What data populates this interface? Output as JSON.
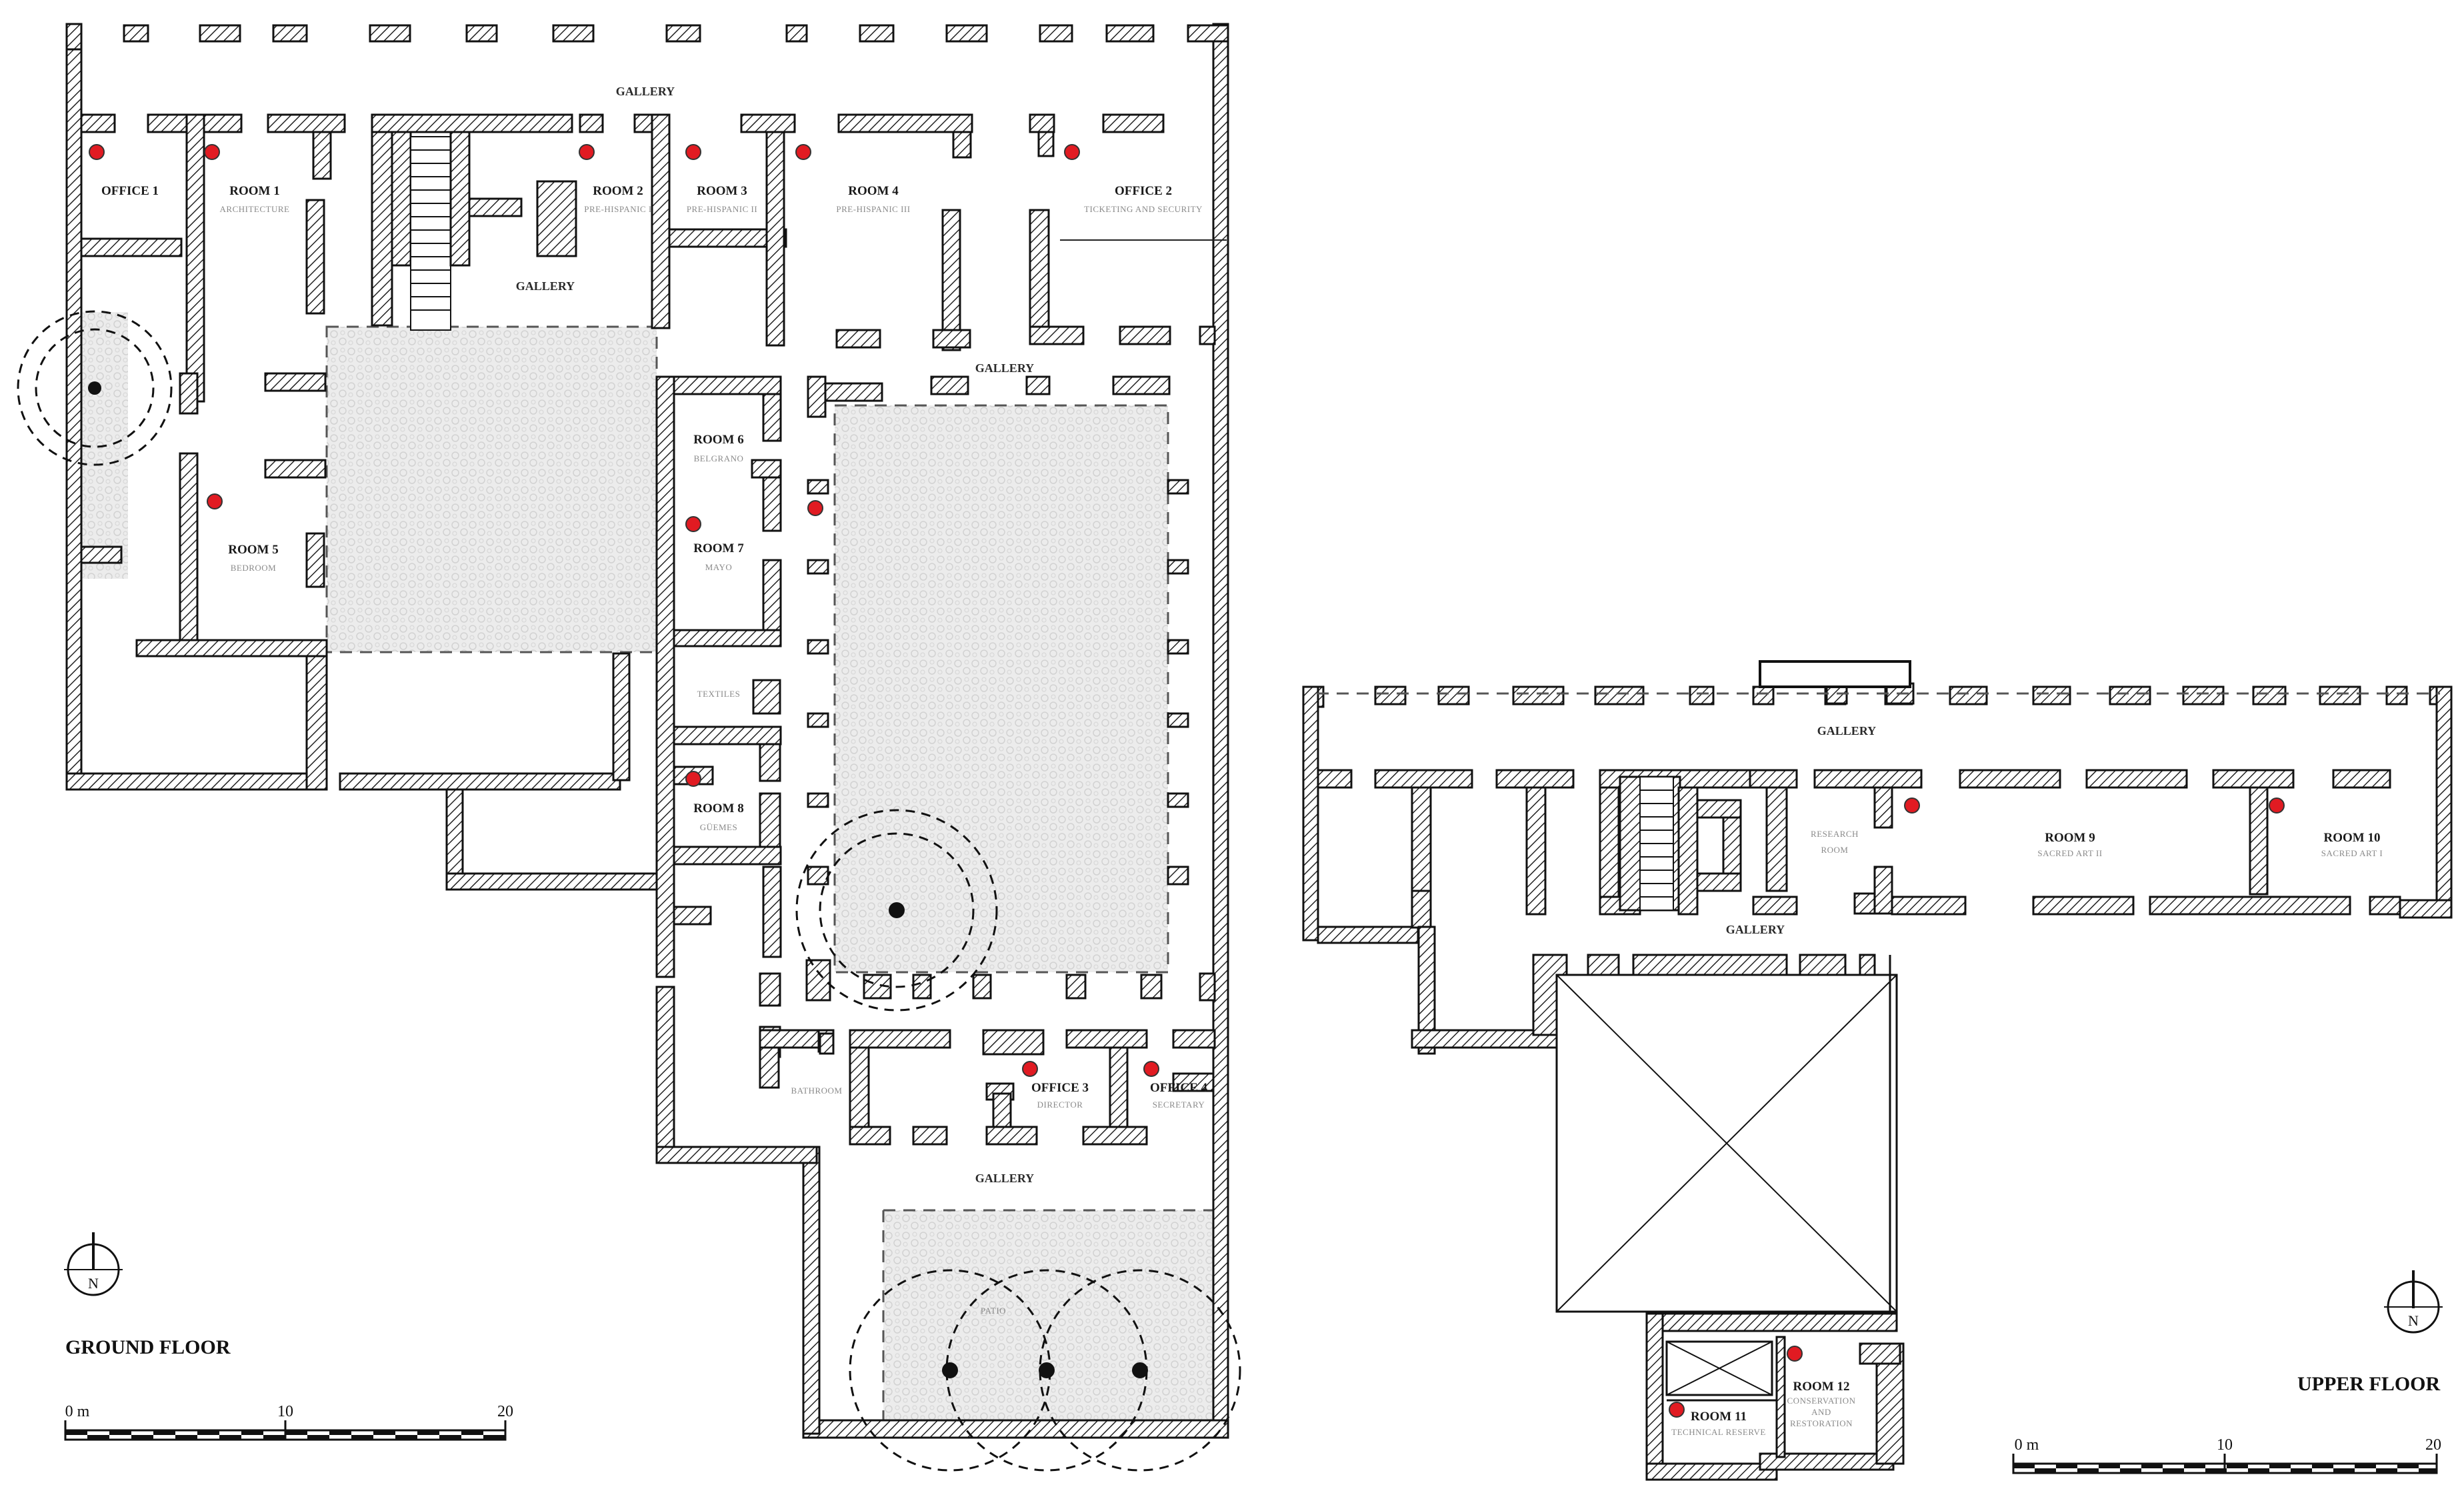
{
  "ground_floor": {
    "title": "GROUND FLOOR",
    "scale": {
      "l0": "0 m",
      "l10": "10",
      "l20": "20"
    },
    "north": "N",
    "galleries": [
      "GALLERY",
      "GALLERY",
      "GALLERY",
      "GALLERY"
    ],
    "rooms": [
      {
        "name": "OFFICE 1",
        "sub": ""
      },
      {
        "name": "ROOM 1",
        "sub": "ARCHITECTURE"
      },
      {
        "name": "ROOM 2",
        "sub": "PRE-HISPANIC I"
      },
      {
        "name": "ROOM 3",
        "sub": "PRE-HISPANIC II"
      },
      {
        "name": "ROOM 4",
        "sub": "PRE-HISPANIC III"
      },
      {
        "name": "OFFICE 2",
        "sub": "TICKETING AND SECURITY"
      },
      {
        "name": "ROOM 5",
        "sub": "BEDROOM"
      },
      {
        "name": "ROOM 6",
        "sub": "BELGRANO"
      },
      {
        "name": "ROOM 7",
        "sub": "MAYO"
      },
      {
        "name": "",
        "sub": "TEXTILES"
      },
      {
        "name": "ROOM 8",
        "sub": "GÜEMES"
      },
      {
        "name": "OFFICE 3",
        "sub": "DIRECTOR"
      },
      {
        "name": "OFFICE 4",
        "sub": "SECRETARY"
      },
      {
        "name": "",
        "sub": "BATHROOM"
      },
      {
        "name": "",
        "sub": "PATIO"
      }
    ]
  },
  "upper_floor": {
    "title": "UPPER FLOOR",
    "scale": {
      "l0": "0 m",
      "l10": "10",
      "l20": "20"
    },
    "north": "N",
    "galleries": [
      "GALLERY",
      "GALLERY"
    ],
    "rooms": [
      {
        "name": "",
        "sub1": "RESEARCH",
        "sub2": "ROOM"
      },
      {
        "name": "ROOM 9",
        "sub1": "SACRED ART II",
        "sub2": ""
      },
      {
        "name": "ROOM 10",
        "sub1": "SACRED ART I",
        "sub2": ""
      },
      {
        "name": "ROOM 11",
        "sub1": "TECHNICAL RESERVE",
        "sub2": ""
      },
      {
        "name": "ROOM 12",
        "sub1": "CONSERVATION",
        "sub2": "AND",
        "sub3": "RESTORATION"
      }
    ]
  },
  "colors": {
    "marker": "#e11b22",
    "wall_stroke": "#111111",
    "courtyard": "#eeeeee"
  }
}
